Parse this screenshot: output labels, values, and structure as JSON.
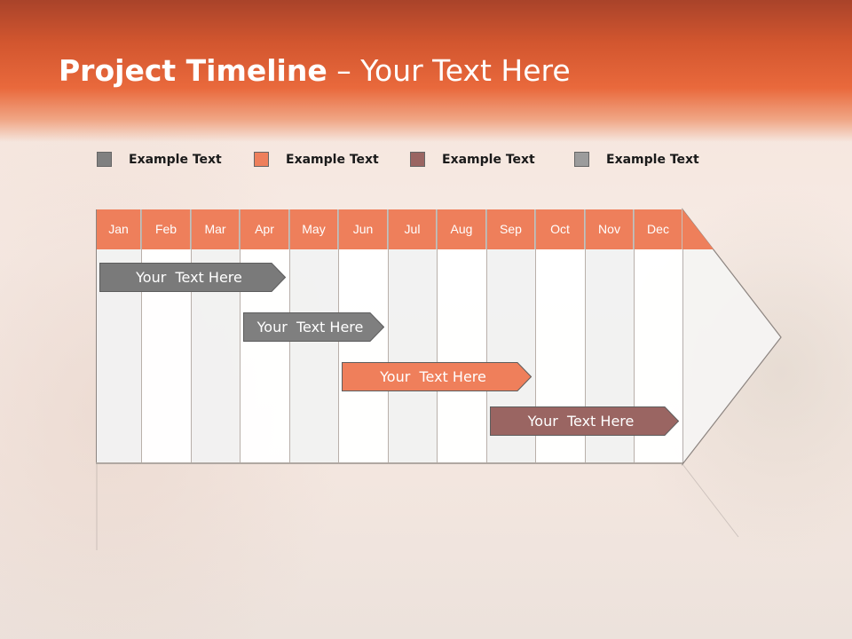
{
  "title": {
    "bold": "Project Timeline",
    "rest": " – Your Text Here"
  },
  "legend": [
    {
      "label": "Example Text",
      "color": "#808080"
    },
    {
      "label": "Example Text",
      "color": "#ee7f5b"
    },
    {
      "label": "Example Text",
      "color": "#9a6562"
    },
    {
      "label": "Example Text",
      "color": "#9c9c9c"
    }
  ],
  "months": [
    "Jan",
    "Feb",
    "Mar",
    "Apr",
    "May",
    "Jun",
    "Jul",
    "Aug",
    "Sep",
    "Oct",
    "Nov",
    "Dec"
  ],
  "tasks": [
    {
      "label": "Your  Text Here",
      "start": "Jan",
      "end": "Apr",
      "color": "#7a7a7a"
    },
    {
      "label": "Your  Text Here",
      "start": "Apr",
      "end": "Jun",
      "color": "#7f7f7f"
    },
    {
      "label": "Your  Text Here",
      "start": "Jun",
      "end": "Sep",
      "color": "#ef7f5b"
    },
    {
      "label": "Your  Text Here",
      "start": "Sep",
      "end": "Dec",
      "color": "#9a6562"
    }
  ],
  "colors": {
    "header": "#e9693c",
    "month_header": "#ee7f5b"
  }
}
